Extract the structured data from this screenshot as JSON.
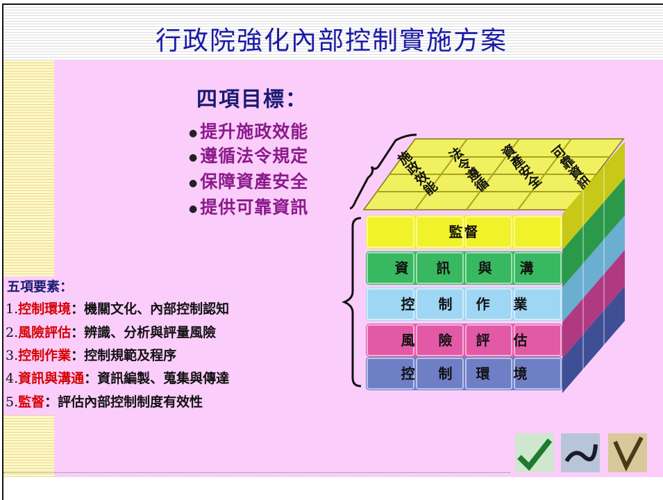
{
  "slide": {
    "title": "行政院強化內部控制實施方案",
    "goals_heading": "四項目標：",
    "goals": [
      "提升施政效能",
      "遵循法令規定",
      "保障資產安全",
      "提供可靠資訊"
    ],
    "elements_heading": "五項要素：",
    "elements": [
      {
        "num": "1.",
        "key": "控制環境",
        "desc": "：機關文化、內部控制認知"
      },
      {
        "num": "2.",
        "key": "風險評估",
        "desc": "：辨識、分析與評量風險"
      },
      {
        "num": "3.",
        "key": "控制作業",
        "desc": "：控制規範及程序"
      },
      {
        "num": "4.",
        "key": "資訊與溝通",
        "desc": "：資訊編製、蒐集與傳達"
      },
      {
        "num": "5.",
        "key": "監督",
        "desc": "：評估內部控制制度有效性"
      }
    ]
  },
  "cube": {
    "layers": [
      {
        "label": "監督",
        "color": "#f2f22a"
      },
      {
        "label": "資訊與溝通",
        "color": "#38b860"
      },
      {
        "label": "控制作業",
        "color": "#9ed6f4"
      },
      {
        "label": "風險評估",
        "color": "#e25aa6"
      },
      {
        "label": "控制環境",
        "color": "#6f7fc6"
      }
    ],
    "top_words": [
      "施政效能",
      "法令遵循",
      "資產安全",
      "可靠資訊"
    ]
  },
  "icons": [
    "check-icon",
    "swirl-icon",
    "v-icon"
  ]
}
